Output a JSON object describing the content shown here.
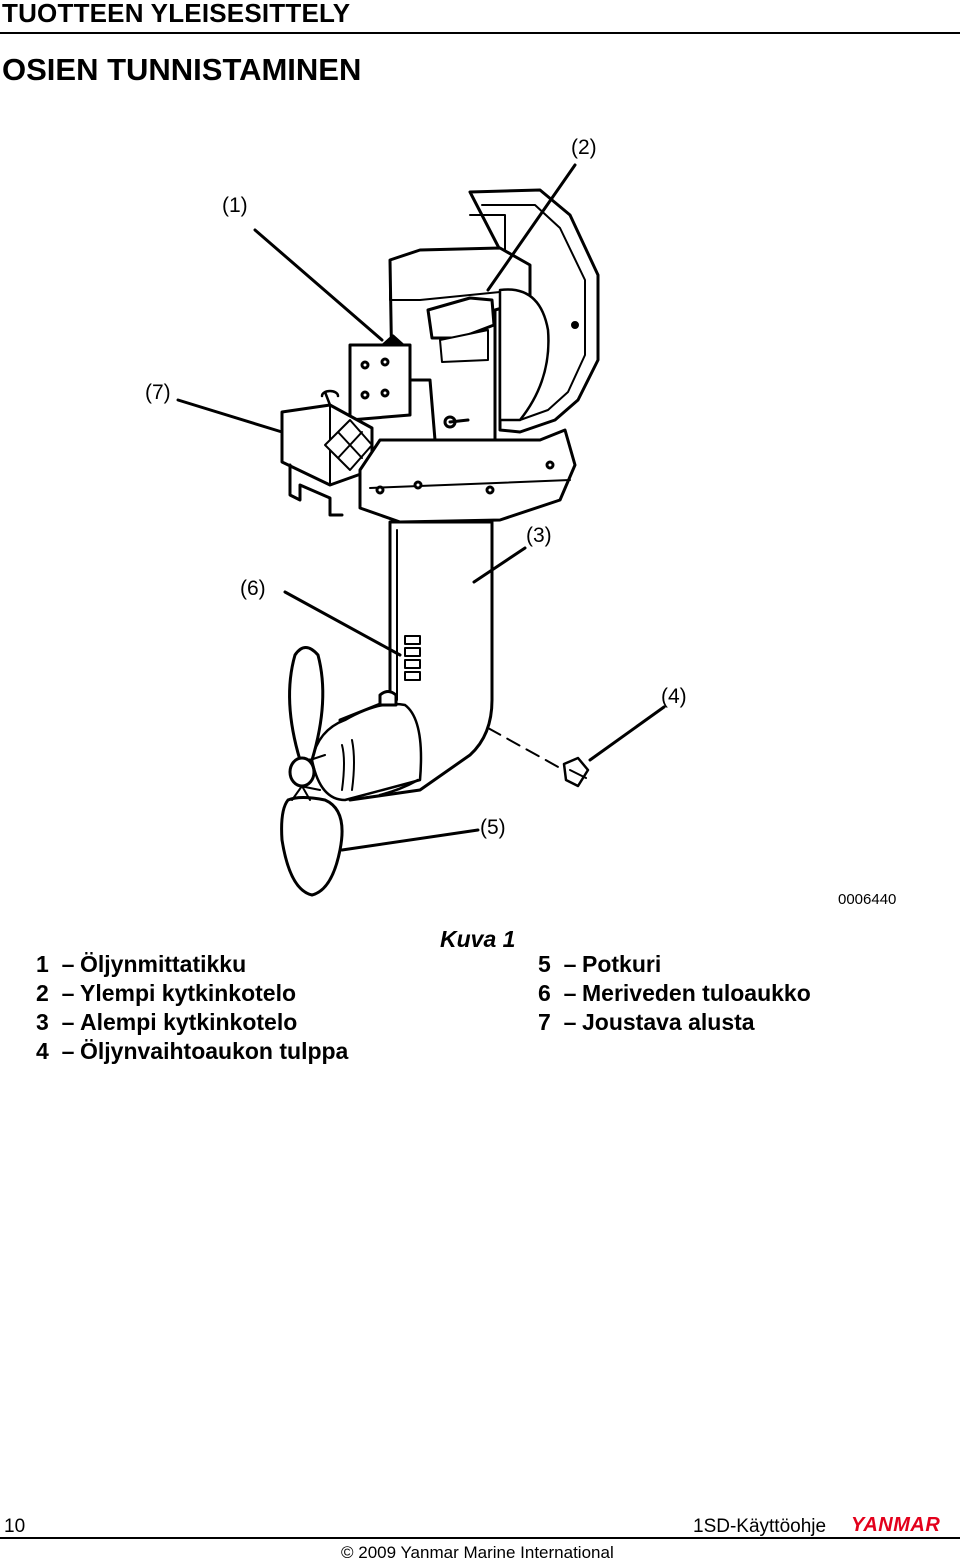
{
  "header": {
    "section_title": "TUOTTEEN YLEISESITTELY",
    "page_title": "OSIEN TUNNISTAMINEN"
  },
  "figure": {
    "callouts": {
      "c1": "(1)",
      "c2": "(2)",
      "c3": "(3)",
      "c4": "(4)",
      "c5": "(5)",
      "c6": "(6)",
      "c7": "(7)"
    },
    "figure_id": "0006440",
    "caption": "Kuva 1"
  },
  "legend": {
    "dash": "–",
    "items": [
      {
        "num": "1",
        "label": "Öljynmittatikku"
      },
      {
        "num": "2",
        "label": "Ylempi kytkinkotelo"
      },
      {
        "num": "3",
        "label": "Alempi kytkinkotelo"
      },
      {
        "num": "4",
        "label": "Öljynvaihtoaukon tulppa"
      },
      {
        "num": "5",
        "label": "Potkuri"
      },
      {
        "num": "6",
        "label": "Meriveden tuloaukko"
      },
      {
        "num": "7",
        "label": "Joustava alusta"
      }
    ]
  },
  "footer": {
    "page_number": "10",
    "manual_name": "1SD-Käyttöohje",
    "logo_text": "YANMAR",
    "copyright": "© 2009 Yanmar Marine International",
    "logo_color": "#e3001b"
  }
}
